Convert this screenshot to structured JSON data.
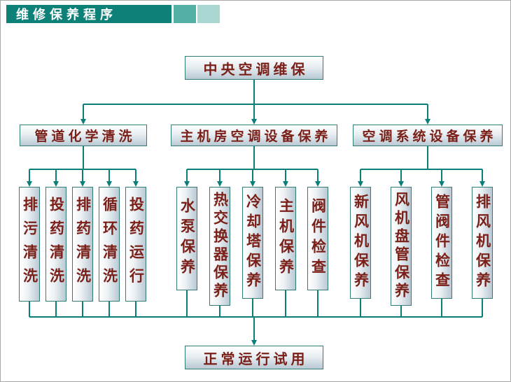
{
  "banner": {
    "title": "维修保养程序"
  },
  "root": {
    "label": "中央空调维保"
  },
  "branches": [
    {
      "label": "管道化学清洗",
      "children": [
        "排污清洗",
        "投药清洗",
        "排药清洗",
        "循环清洗",
        "投药运行"
      ]
    },
    {
      "label": "主机房空调设备保养",
      "children": [
        "水泵保养",
        "热交换器保养",
        "冷却塔保养",
        "主机保养",
        "阀件检查"
      ]
    },
    {
      "label": "空调系统设备保养",
      "children": [
        "新风机保养",
        "风机盘管保养",
        "管阀件检查",
        "排风机保养"
      ]
    }
  ],
  "footer": {
    "label": "正常运行试用"
  },
  "colors": {
    "line": "#0a7e78",
    "box_border": "#2f7d74",
    "box_text": "#7b2018",
    "banner_bg": "#0d8077",
    "banner_accent_1": "#53b0a7",
    "banner_accent_2": "#a9d6d1"
  }
}
